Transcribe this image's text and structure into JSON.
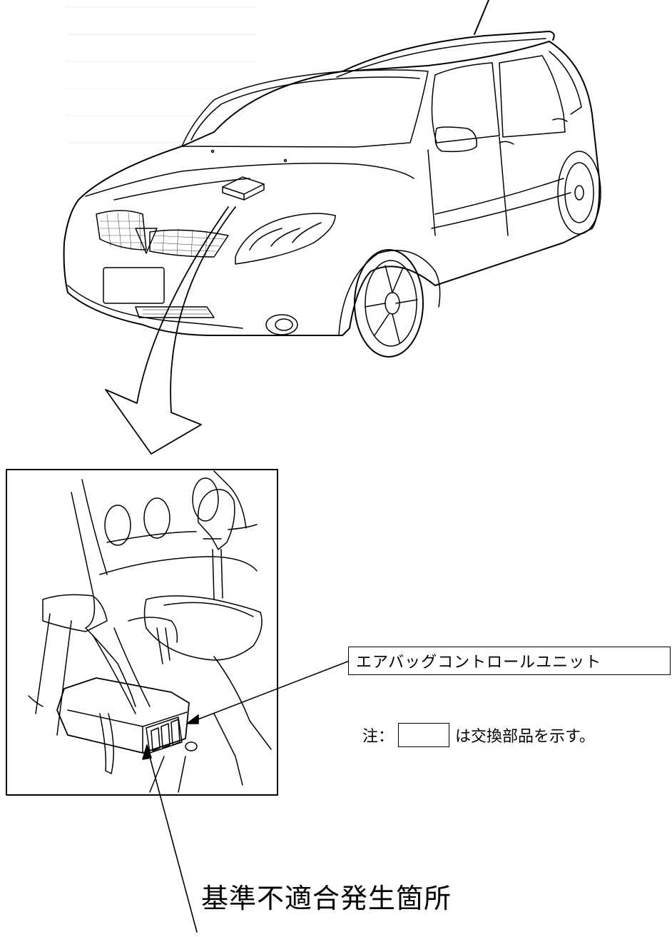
{
  "callout": {
    "part_label": "エアバッグコントロールユニット"
  },
  "note": {
    "prefix": "注：",
    "suffix": "は交換部品を示す。"
  },
  "defect_label": "基準不適合発生箇所",
  "colors": {
    "line": "#000000",
    "background": "#ffffff"
  }
}
